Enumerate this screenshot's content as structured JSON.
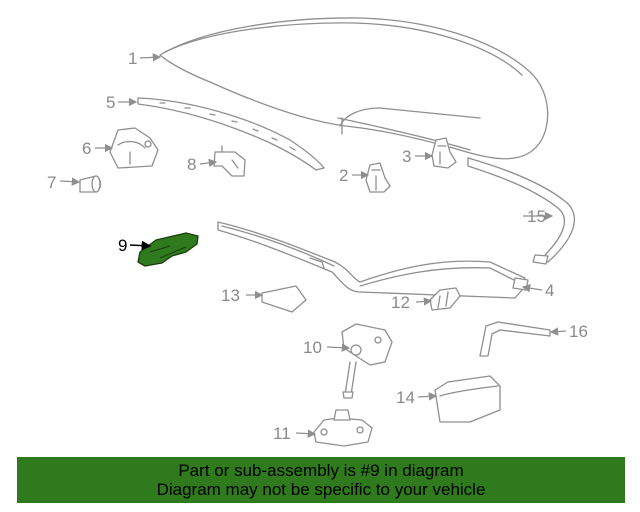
{
  "callouts": {
    "c1": "1",
    "c2": "2",
    "c3": "3",
    "c4": "4",
    "c5": "5",
    "c6": "6",
    "c7": "7",
    "c8": "8",
    "c9": "9",
    "c10": "10",
    "c11": "11",
    "c12": "12",
    "c13": "13",
    "c14": "14",
    "c15": "15",
    "c16": "16"
  },
  "highlight": {
    "part": "9",
    "color": "#2e7a1c",
    "outline": "#1a3e10"
  },
  "banner": {
    "line1": "Part or sub-assembly is #9 in diagram",
    "line2": "Diagram may not be specific to your vehicle",
    "background": "#2e7a1c"
  }
}
